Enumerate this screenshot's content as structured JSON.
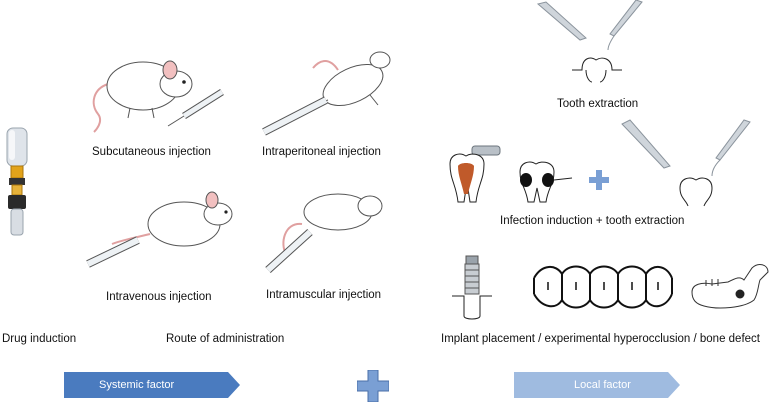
{
  "labels": {
    "subcutaneous": "Subcutaneous injection",
    "intraperitoneal": "Intraperitoneal injection",
    "intravenous": "Intravenous injection",
    "intramuscular": "Intramuscular injection",
    "drug_induction": "Drug induction",
    "route": "Route of administration",
    "tooth_extraction": "Tooth extraction",
    "infection_extraction": "Infection induction + tooth extraction",
    "implant": "Implant placement / experimental hyperocclusion / bone defect"
  },
  "banners": {
    "systemic": "Systemic factor",
    "local": "Local factor"
  },
  "colors": {
    "systemic": "#4a7bbf",
    "local": "#9fbbe0",
    "plus": "#7a9fd4",
    "pulp": "#c05a2a",
    "mouse_ear": "#e8a6a6"
  }
}
